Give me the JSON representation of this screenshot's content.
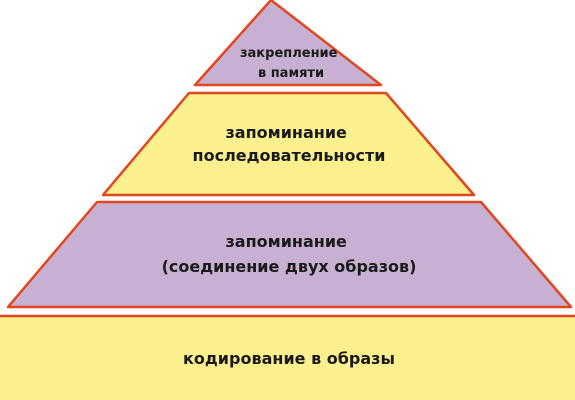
{
  "pyramid": {
    "levels": [
      {
        "lines": [
          "закрепление",
          "в памяти"
        ],
        "fill": "#c8b0d2"
      },
      {
        "lines": [
          "запоминание",
          "последовательности"
        ],
        "fill": "#fbf08e"
      },
      {
        "lines": [
          "запоминание",
          "(соединение двух образов)"
        ],
        "fill": "#c8b0d2"
      },
      {
        "lines": [
          "кодирование в образы"
        ],
        "fill": "#fbf08e"
      }
    ],
    "outline_color": "#e2461f"
  }
}
